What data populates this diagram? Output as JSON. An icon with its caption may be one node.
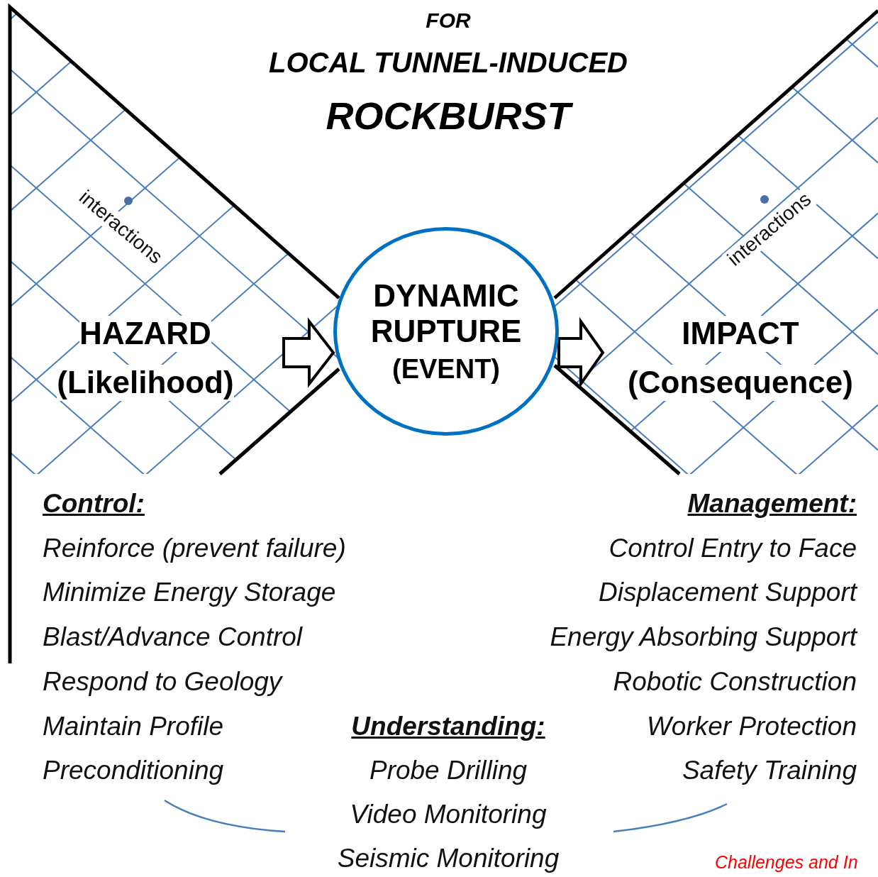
{
  "diagram": {
    "nodes": [
      {
        "text": [
          "HAZARD",
          "(Likelihood)"
        ]
      },
      {
        "text": [
          "DYNAMIC RUPTURE",
          "(EVENT)"
        ]
      },
      {
        "text": [
          "IMPACT",
          "(Consequence)"
        ]
      }
    ],
    "edges": [
      {
        "from": 0,
        "to": 1,
        "arrow": "to"
      },
      {
        "from": 1,
        "to": 2,
        "arrow": "to"
      }
    ],
    "labels": [
      "FOR",
      "LOCAL TUNNEL-INDUCED",
      "ROCKBURST",
      "interactions",
      "interactions",
      "Control:",
      "Management:",
      "Reinforce (prevent failure)",
      "Control Entry to Face",
      "Minimize Energy Storage",
      "Displacement Support",
      "Blast/Advance Control",
      "Energy Absorbing Support",
      "Respond to Geology",
      "Robotic Construction",
      "Maintain Profile",
      "Understanding:",
      "Worker Protection",
      "Preconditioning",
      "Probe Drilling",
      "Safety Training",
      "Video Monitoring",
      "Seismic Monitoring",
      "Challenges and In"
    ]
  }
}
